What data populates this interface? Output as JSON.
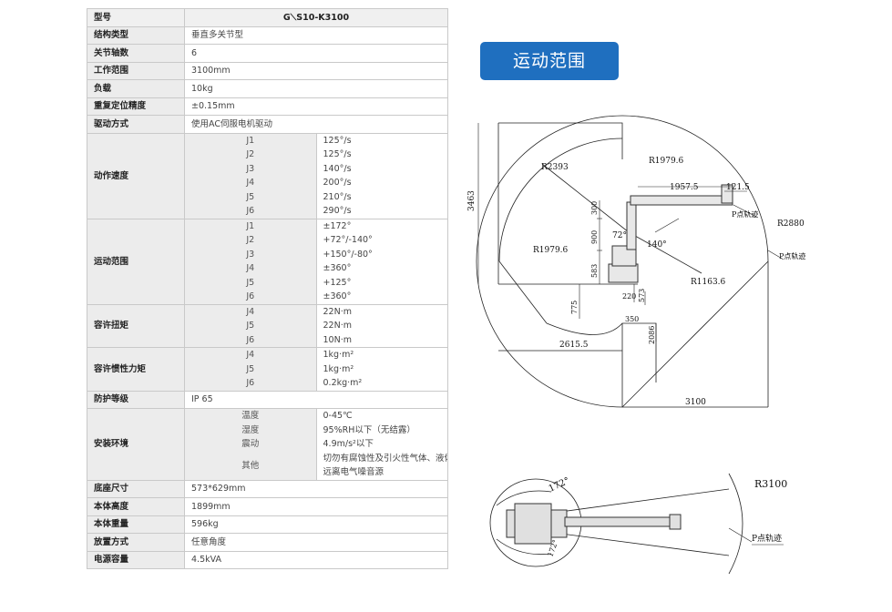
{
  "table": {
    "header_label": "型号",
    "header_value": "G⟍S10-K3100",
    "rows_simple_top": [
      {
        "label": "结构类型",
        "value": "垂直多关节型"
      },
      {
        "label": "关节轴数",
        "value": "6"
      },
      {
        "label": "工作范围",
        "value": "3100mm"
      },
      {
        "label": "负载",
        "value": "10kg"
      },
      {
        "label": "重复定位精度",
        "value": "±0.15mm"
      },
      {
        "label": "驱动方式",
        "value": "使用AC伺服电机驱动"
      }
    ],
    "speed": {
      "label": "动作速度",
      "joints": [
        "J1",
        "J2",
        "J3",
        "J4",
        "J5",
        "J6"
      ],
      "values": [
        "125°/s",
        "125°/s",
        "140°/s",
        "200°/s",
        "210°/s",
        "290°/s"
      ]
    },
    "motion_range": {
      "label": "运动范围",
      "joints": [
        "J1",
        "J2",
        "J3",
        "J4",
        "J5",
        "J6"
      ],
      "values": [
        "±172°",
        "+72°/-140°",
        "+150°/-80°",
        "±360°",
        "+125°",
        "±360°"
      ]
    },
    "torque": {
      "label": "容许扭矩",
      "joints": [
        "J4",
        "J5",
        "J6"
      ],
      "values": [
        "22N·m",
        "22N·m",
        "10N·m"
      ]
    },
    "inertia": {
      "label": "容许惯性力矩",
      "joints": [
        "J4",
        "J5",
        "J6"
      ],
      "values": [
        "1kg·m²",
        "1kg·m²",
        "0.2kg·m²"
      ]
    },
    "protection": {
      "label": "防护等级",
      "value": "IP 65"
    },
    "environment": {
      "label": "安装环境",
      "items": [
        {
          "k": "温度",
          "v": "0-45℃"
        },
        {
          "k": "湿度",
          "v": "95%RH以下（无结露）"
        },
        {
          "k": "震动",
          "v": "4.9m/s²以下"
        },
        {
          "k": "其他",
          "v1": "切勿有腐蚀性及引火性气体、液体，",
          "v2": "远离电气噪音源"
        }
      ]
    },
    "rows_simple_bottom": [
      {
        "label": "底座尺寸",
        "value": "573*629mm"
      },
      {
        "label": "本体高度",
        "value": "1899mm"
      },
      {
        "label": "本体重量",
        "value": "596kg"
      },
      {
        "label": "放置方式",
        "value": "任意角度"
      },
      {
        "label": "电源容量",
        "value": "4.5kVA"
      }
    ]
  },
  "diagram": {
    "badge": "运动范围",
    "side": {
      "r2393": "R2393",
      "r1979_top": "R1979.6",
      "d1957": "1957.5",
      "d121": "121.5",
      "p_track1": "P点轨迹",
      "r2880": "R2880",
      "p_track2": "P点轨迹",
      "d3463": "3463",
      "d300": "300",
      "d900": "900",
      "a72": "72°",
      "a140": "140°",
      "r1979_left": "R1979.6",
      "d583": "583",
      "r1163": "R1163.6",
      "d775": "775",
      "d220": "220",
      "d573": "573",
      "d350": "350",
      "d2086": "2086",
      "d2615": "2615.5",
      "d3100": "3100"
    },
    "top": {
      "a172_top": "172°",
      "a172_bottom": "172°",
      "r3100": "R3100",
      "p_track": "P点轨迹"
    }
  }
}
